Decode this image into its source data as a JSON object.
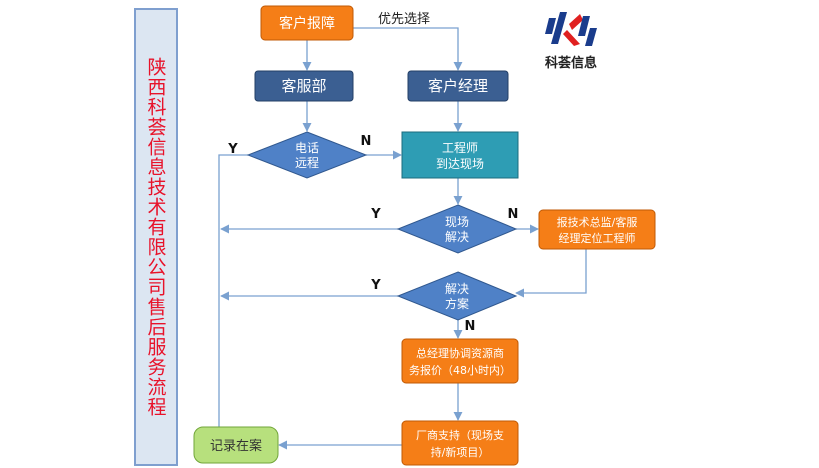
{
  "title": "陕西科荟信息技术有限公司售后服务流程",
  "logo_text": "科荟信息",
  "nodes": {
    "report": "客户报障",
    "service": "客服部",
    "manager": "客户经理",
    "phone": [
      "电话",
      "远程"
    ],
    "engineer": [
      "工程师",
      "到达现场"
    ],
    "onsite": [
      "现场",
      "解决"
    ],
    "escalate": [
      "报技术总监/客服",
      "经理定位工程师"
    ],
    "solution": [
      "解决",
      "方案"
    ],
    "gm": [
      "总经理协调资源商",
      "务报价（48小时内）"
    ],
    "vendor": [
      "厂商支持（现场支",
      "持/新项目）"
    ],
    "record": "记录在案"
  },
  "labels": {
    "priority": "优先选择",
    "yes": "Y",
    "no": "N"
  },
  "colors": {
    "orange": "#f57e17",
    "orange_stroke": "#c05a05",
    "navy": "#3b5f92",
    "navy_stroke": "#233f66",
    "diamond": "#4f81c7",
    "diamond_stroke": "#30588f",
    "teal": "#2e9db4",
    "teal_stroke": "#1c6c7e",
    "green": "#b7e07d",
    "green_stroke": "#72a63a",
    "line": "#7aa1d0",
    "title_text": "#e8122a"
  }
}
